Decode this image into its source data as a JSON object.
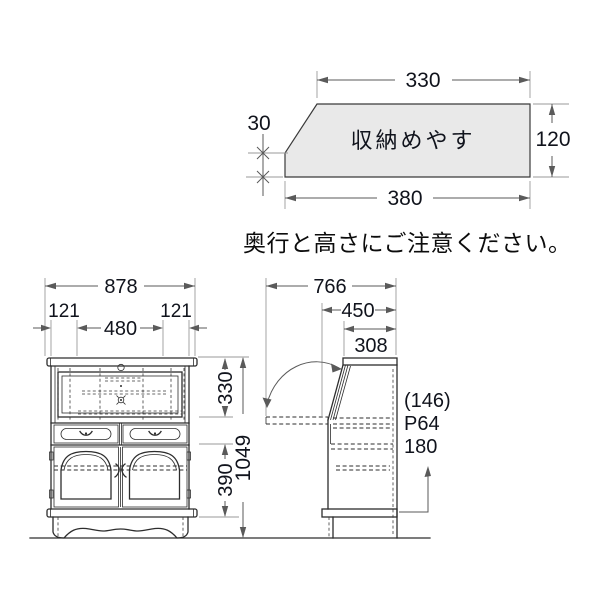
{
  "storage_guide": {
    "label": "収納めやす",
    "dims": {
      "top_width": "330",
      "left_height": "30",
      "right_height": "120",
      "bottom_width": "380"
    }
  },
  "caption": "奥行と高さにご注意ください。",
  "front_view": {
    "dims": {
      "overall_width": "878",
      "left_offset": "121",
      "center_width": "480",
      "right_offset": "121",
      "upper_height": "330",
      "lower_height": "390",
      "overall_height": "1049"
    }
  },
  "side_view": {
    "dims": {
      "open_depth": "766",
      "body_depth": "450",
      "top_depth": "308",
      "inner_note": "(146)",
      "pitch_note": "P64",
      "base_height": "180"
    }
  },
  "colors": {
    "object_line": "#2d2d2d",
    "dimension_line": "#5a5a5a",
    "extension_line": "#9a9a9a",
    "text": "#10131c",
    "panel_fill": "#e9e9e9",
    "background": "#ffffff"
  }
}
